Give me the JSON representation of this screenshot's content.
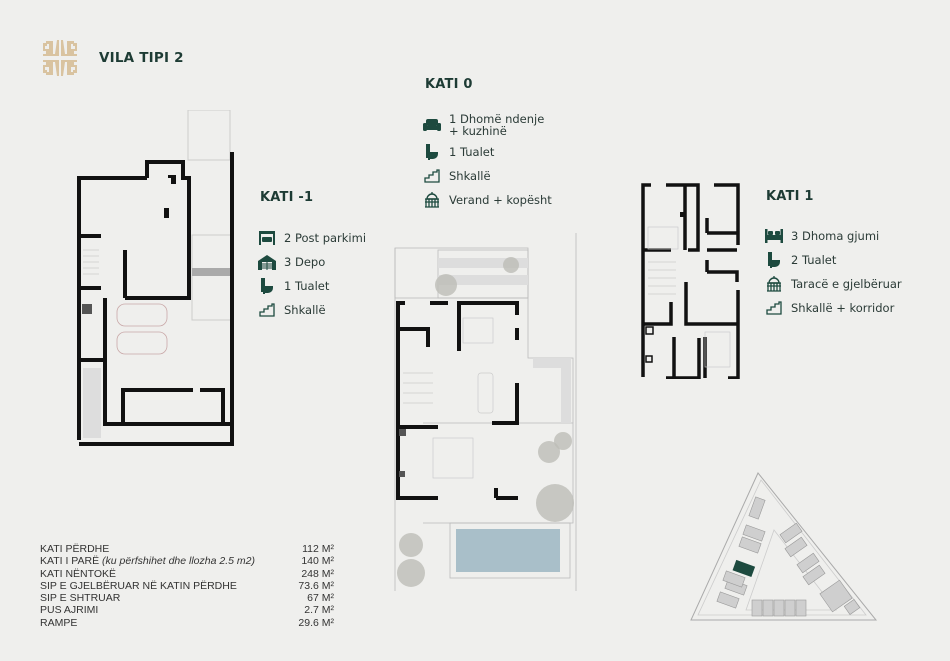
{
  "header": {
    "logo_icon": "ornamental-cross-logo",
    "title": "VILA TIPI 2",
    "logo_color": "#d9c3a0"
  },
  "floors": {
    "basement": {
      "title": "KATI -1",
      "features": [
        {
          "icon": "garage-icon",
          "label": "2 Post parkimi"
        },
        {
          "icon": "warehouse-icon",
          "label": "3 Depo"
        },
        {
          "icon": "toilet-icon",
          "label": "1 Tualet"
        },
        {
          "icon": "stairs-icon",
          "label": "Shkallë"
        }
      ]
    },
    "ground": {
      "title": "KATI 0",
      "features": [
        {
          "icon": "sofa-icon",
          "label_line1": "1 Dhomë ndenje",
          "label_line2": "+ kuzhinë"
        },
        {
          "icon": "toilet-icon",
          "label": "1 Tualet"
        },
        {
          "icon": "stairs-icon",
          "label": "Shkallë"
        },
        {
          "icon": "gazebo-icon",
          "label": "Verand + kopësht"
        }
      ]
    },
    "first": {
      "title": "KATI 1",
      "features": [
        {
          "icon": "bed-icon",
          "label": "3 Dhoma gjumi"
        },
        {
          "icon": "toilet-icon",
          "label": "2 Tualet"
        },
        {
          "icon": "gazebo-icon",
          "label": "Taracë e gjelbëruar"
        },
        {
          "icon": "stairs-icon",
          "label": "Shkallë + korridor"
        }
      ]
    }
  },
  "areas": [
    {
      "label": "KATI PËRDHE",
      "note": "",
      "value": "112 M²"
    },
    {
      "label": "KATI I PARË ",
      "note": "(ku përfshihet dhe llozha 2.5 m2)",
      "value": "140 M²"
    },
    {
      "label": "KATI NËNTOKË",
      "note": "",
      "value": "248 M²"
    },
    {
      "label": "SIP E GJELBËRUAR NË KATIN PËRDHE",
      "note": "",
      "value": "73.6 M²"
    },
    {
      "label": "SIP E SHTRUAR",
      "note": "",
      "value": "67 M²"
    },
    {
      "label": "PUS AJRIMI",
      "note": "",
      "value": "2.7 M²"
    },
    {
      "label": "RAMPE",
      "note": "",
      "value": "29.6 M²"
    }
  ],
  "colors": {
    "accent": "#1d4a3f",
    "background": "#efefed",
    "pool": "#a9bfc9",
    "highlight_building": "#1d4a3f"
  }
}
